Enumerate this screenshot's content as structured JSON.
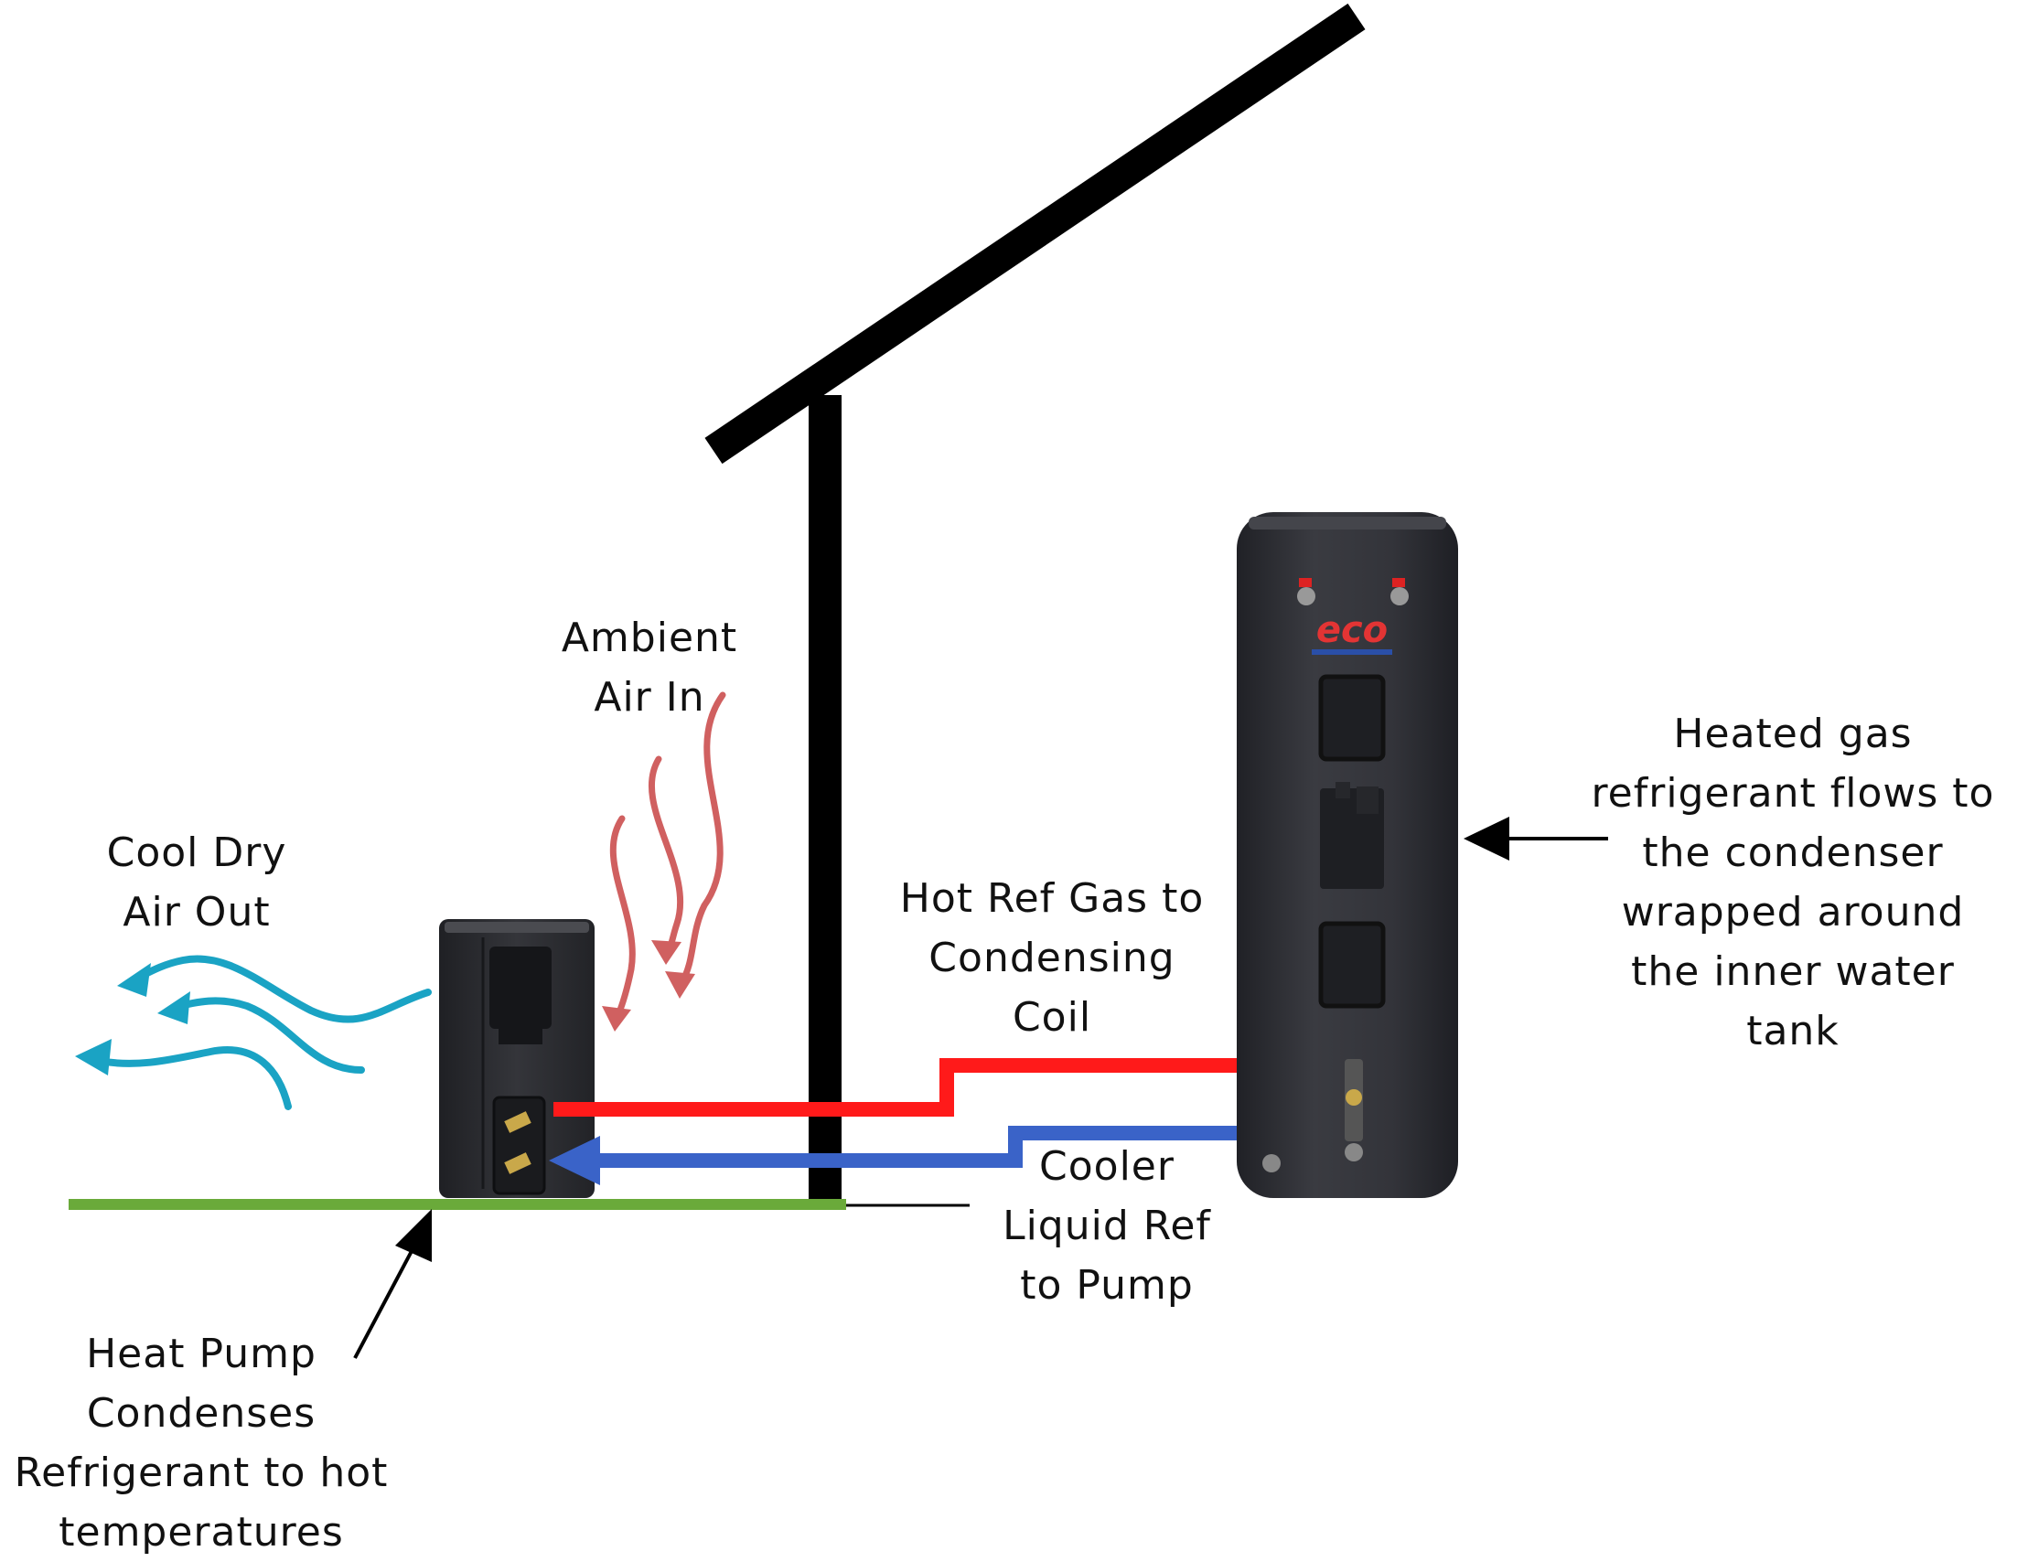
{
  "labels": {
    "ambient_air": [
      "Ambient",
      "Air In"
    ],
    "cool_air": [
      "Cool Dry",
      "Air Out"
    ],
    "hot_ref": [
      "Hot Ref Gas to",
      "Condensing",
      "Coil"
    ],
    "cooler_ref": [
      "Cooler",
      "Liquid Ref",
      "to Pump"
    ],
    "heated_gas": [
      "Heated gas",
      "refrigerant flows to",
      "the condenser",
      "wrapped around",
      "the inner water",
      "tank"
    ],
    "heat_pump": [
      "Heat Pump",
      "Condenses",
      "Refrigerant to hot",
      "temperatures"
    ]
  },
  "tank_logo": "eco",
  "colors": {
    "hot_line": "#ff1a1a",
    "cool_line": "#3a63c8",
    "ground": "#6aaa3a",
    "exhaust_air": "#1aa3c4",
    "ambient_air": "#d06060",
    "unit_body": "#2d2e33",
    "roof": "#000000"
  }
}
